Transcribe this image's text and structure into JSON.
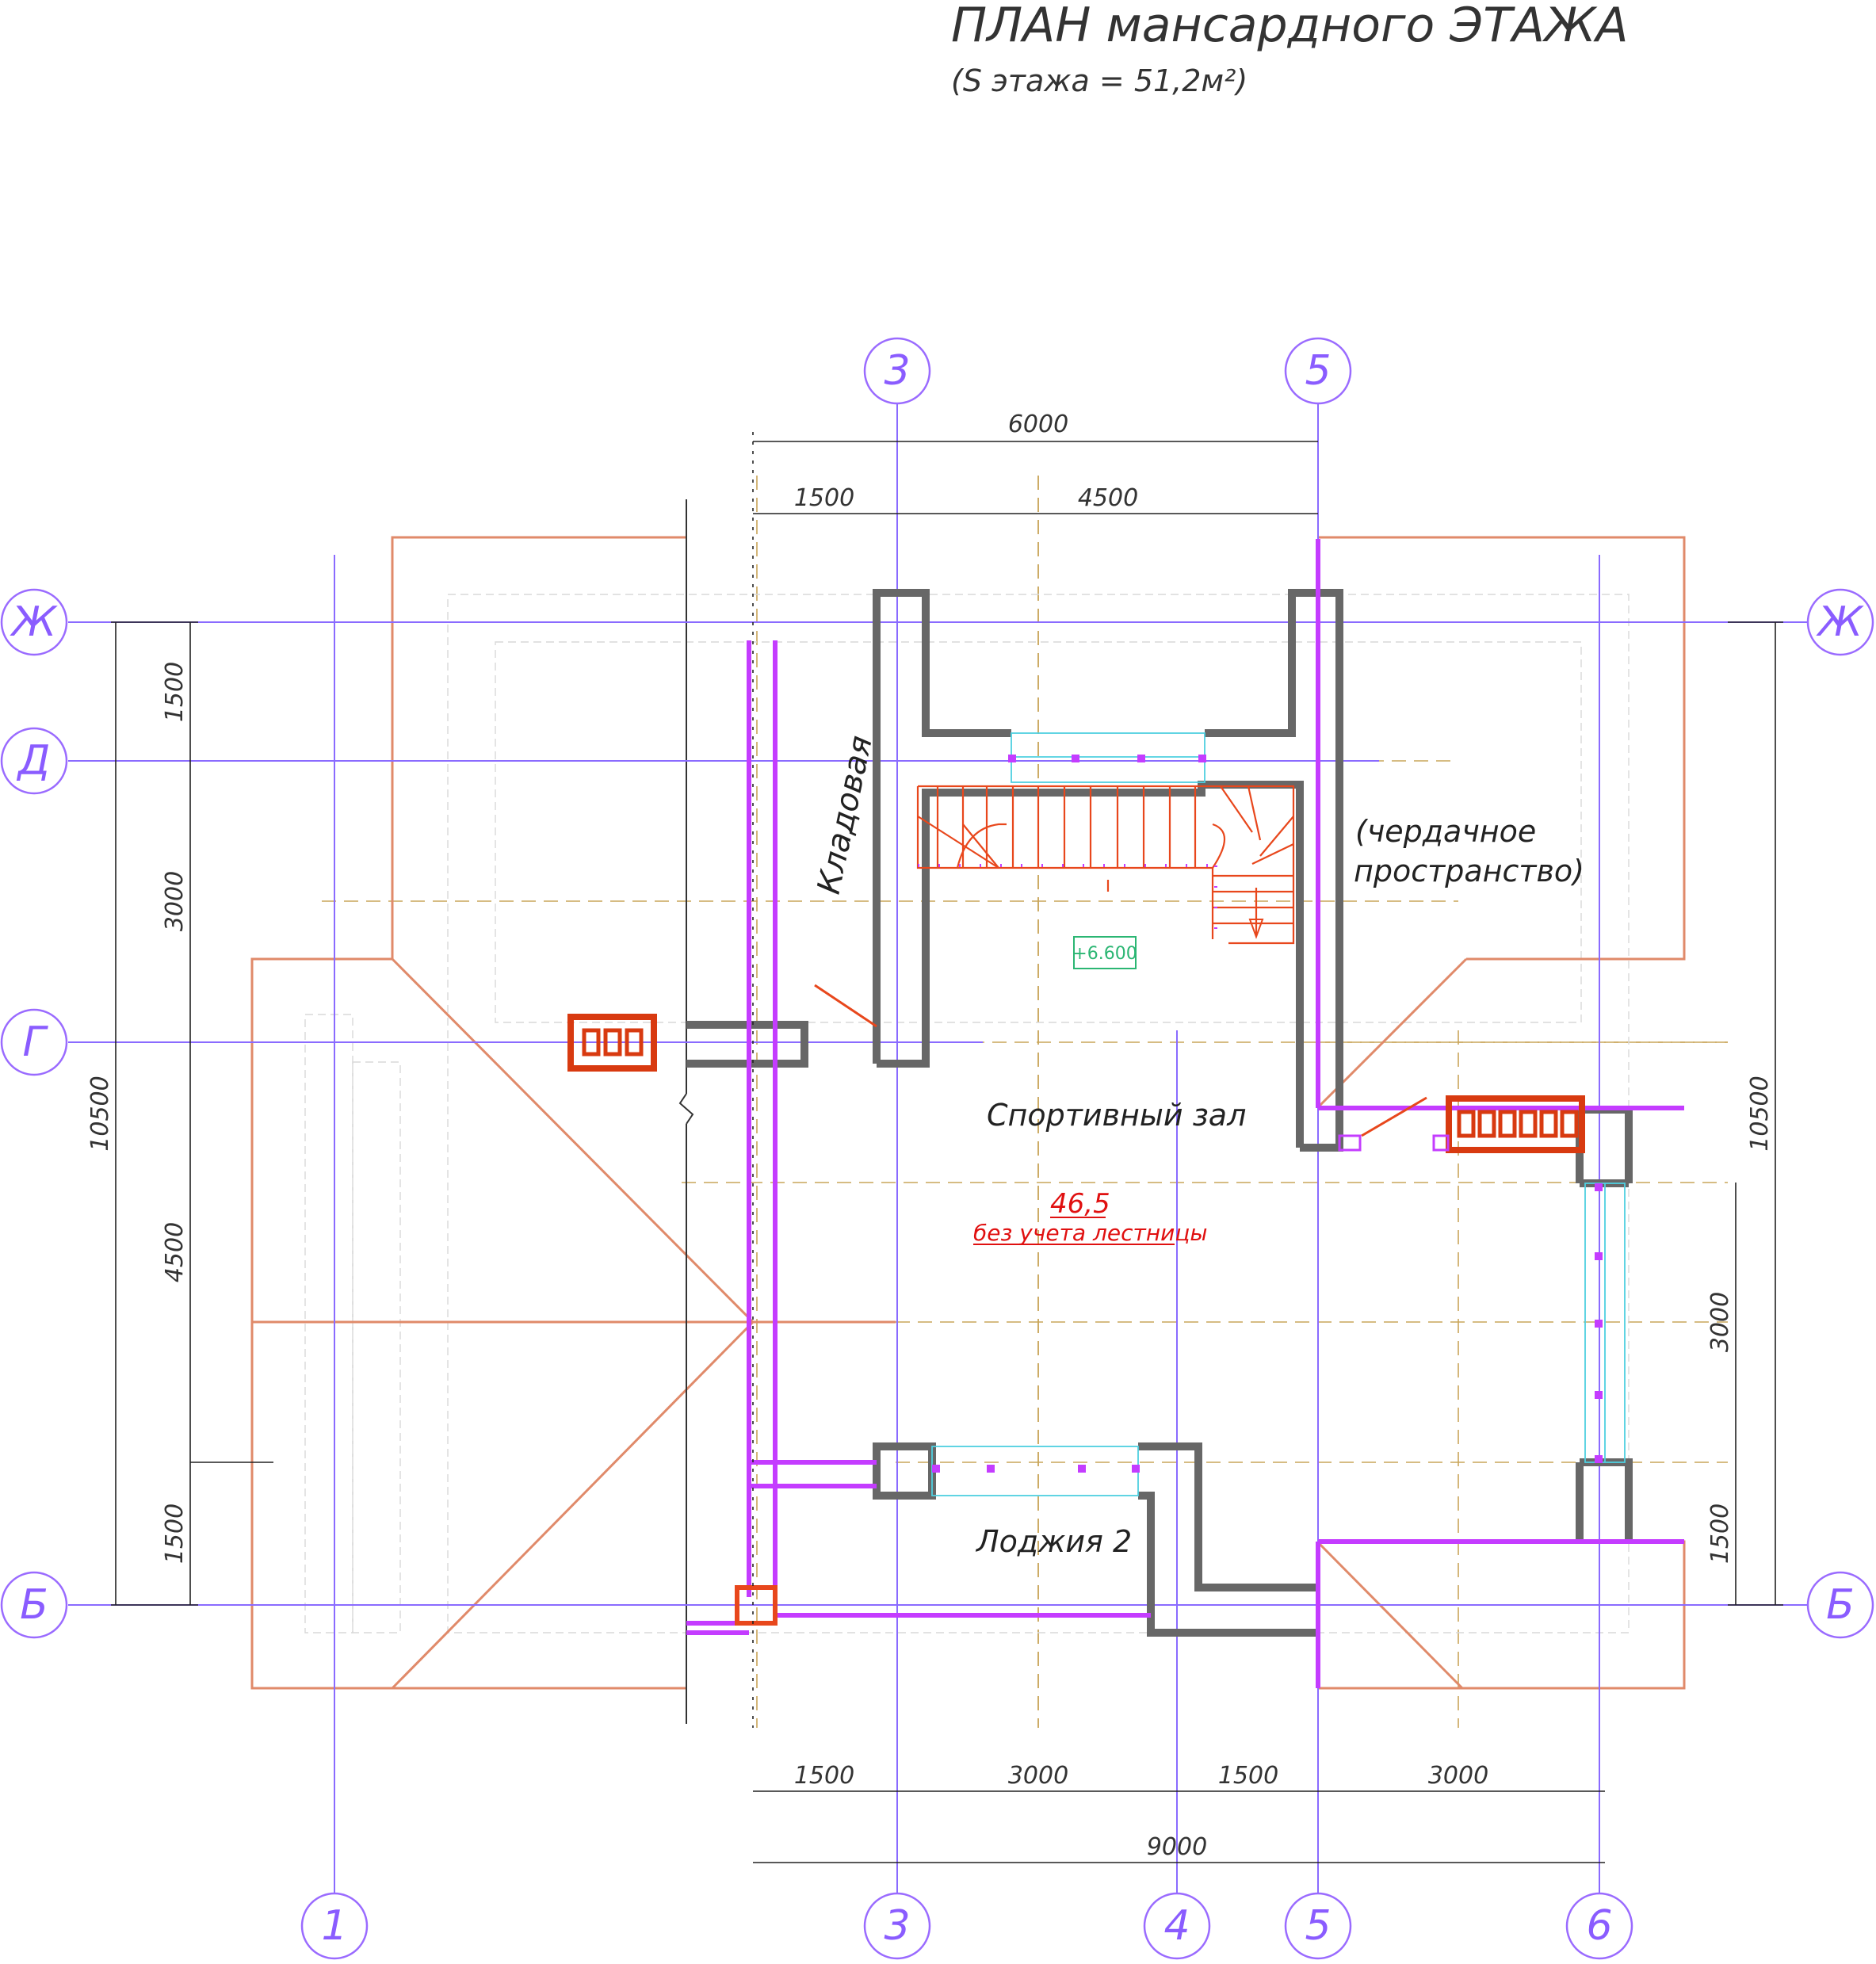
{
  "title": "ПЛАН мансардного ЭТАЖА",
  "subtitle": "(S этажа = 51,2м²)",
  "axes_vertical": {
    "top": [
      "3",
      "5"
    ],
    "bottom": [
      "1",
      "3",
      "4",
      "5",
      "6"
    ]
  },
  "axes_horizontal": {
    "left": [
      "Ж",
      "Д",
      "Г",
      "Б"
    ],
    "right": [
      "Ж",
      "Б"
    ]
  },
  "dimensions": {
    "top_total": "6000",
    "top_parts": [
      "1500",
      "4500"
    ],
    "bottom_parts": [
      "1500",
      "3000",
      "1500",
      "3000"
    ],
    "bottom_total": "9000",
    "left_total": "10500",
    "left_parts": [
      "1500",
      "3000",
      "4500",
      "1500"
    ],
    "right_total": "10500",
    "right_parts": [
      "3000",
      "1500"
    ]
  },
  "rooms": {
    "storage": "Кладовая",
    "attic_line1": "(чердачное",
    "attic_line2": "пространство)",
    "gym": "Спортивный зал",
    "area_value": "46,5",
    "area_note": "без учета лестницы",
    "loggia": "Лоджия 2",
    "level_mark": "+6.600"
  },
  "colors": {
    "axis": "#8a6bff",
    "wall": "#676767",
    "partition": "#c43cff",
    "roof": "#e08a6a",
    "stair": "#e8471c",
    "radiator": "#d83a10",
    "area_text": "#e01010",
    "level_mark": "#2bb673"
  }
}
